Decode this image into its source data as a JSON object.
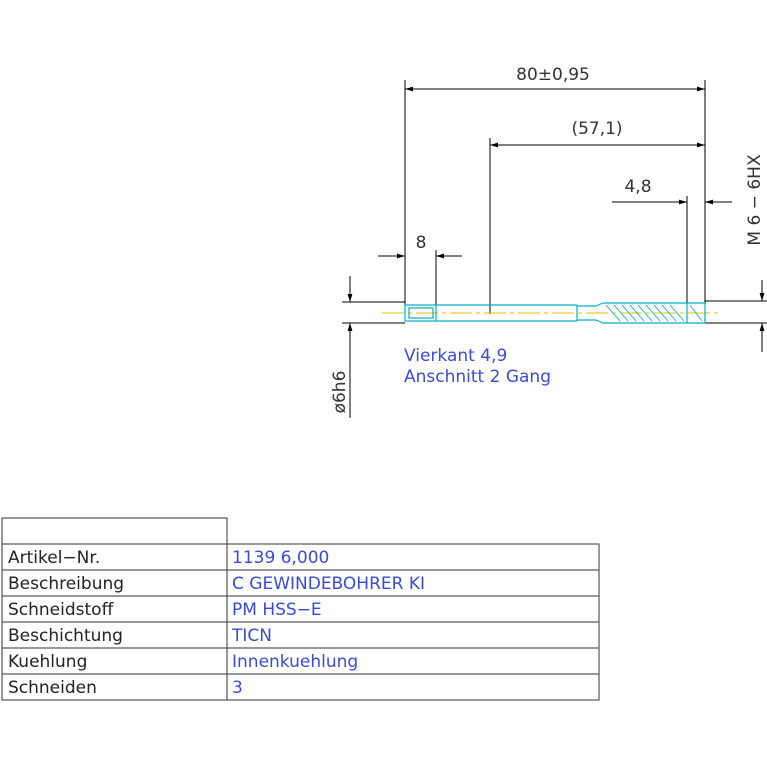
{
  "dimensions": {
    "overall_length": "80±0,95",
    "shank_length": "(57,1)",
    "chamfer_length": "4,8",
    "square_length": "8",
    "thread": "M 6 − 6HX",
    "shank_diameter": "ø6h6"
  },
  "notes": {
    "line1": "Vierkant 4,9",
    "line2": "Anschnitt 2 Gang"
  },
  "table": {
    "rows": [
      {
        "label": "Artikel−Nr.",
        "value": "1139 6,000"
      },
      {
        "label": "Beschreibung",
        "value": "C GEWINDEBOHRER KI"
      },
      {
        "label": "Schneidstoff",
        "value": "PM HSS−E"
      },
      {
        "label": "Beschichtung",
        "value": "TICN"
      },
      {
        "label": "Kuehlung",
        "value": "Innenkuehlung"
      },
      {
        "label": "Schneiden",
        "value": "3"
      }
    ]
  },
  "colors": {
    "dimension_lines": "#000000",
    "tool_outline": "#00b0c8",
    "centerline": "#e0c000",
    "note_text": "#3a4bd8",
    "table_lines": "#333333"
  }
}
